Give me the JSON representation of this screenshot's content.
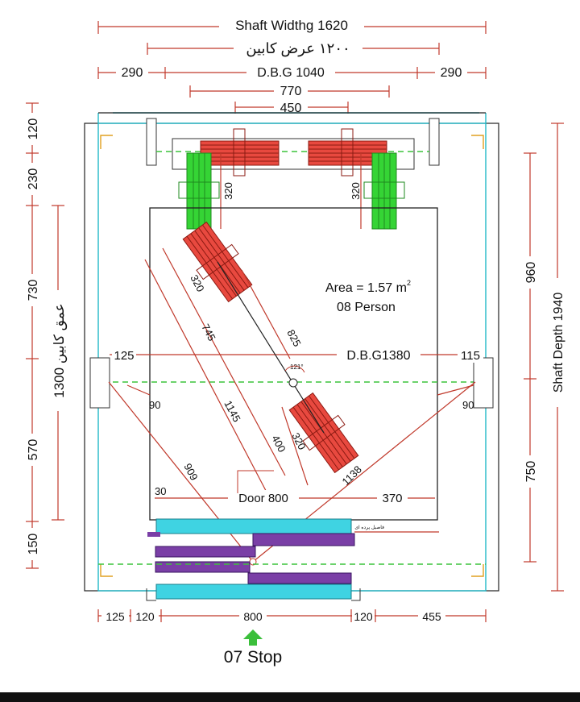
{
  "colors": {
    "dimension_line": "#c0392b",
    "rail_bracket": "#e8493f",
    "counterweight_rail": "#2ecc40",
    "door_panel": "#3fd3e2",
    "landing_door": "#7a3fa6",
    "arrow": "#3bbf3b",
    "wall": "#222222"
  },
  "labels": {
    "shaft_width": "Shaft Widthg 1620",
    "cabin_width": "۱۲۰۰ عرض کابین",
    "dbg_top": "D.B.G 1040",
    "dim_770": "770",
    "dim_450": "450",
    "dim_290_left": "290",
    "dim_290_right": "290",
    "left_120": "120",
    "left_230": "230",
    "left_730": "730",
    "left_570": "570",
    "left_150": "150",
    "cabin_depth": "1300 عمق کابین",
    "right_960": "960",
    "right_750": "750",
    "shaft_depth": "Shaft Depth 1940",
    "area": "Area = 1.57 m",
    "area_sup": "2",
    "persons": "08 Person",
    "dbg_mid": "D.B.G1380",
    "dim_125_mid": "125",
    "dim_115_mid": "115",
    "dim_90_left": "90",
    "dim_90_right": "90",
    "green_320_left": "320",
    "green_320_right": "320",
    "diag_320_top": "320",
    "diag_745": "745",
    "diag_825": "825",
    "diag_1145": "1145",
    "diag_400": "400",
    "diag_320_bottom": "320",
    "diag_909": "909",
    "diag_1138": "1138",
    "angle_121": "121°",
    "dim_30": "30",
    "door_label": "Door 800",
    "dim_370": "370",
    "small_note": "فاصیل پرده ای",
    "bottom_125": "125",
    "bottom_120_left": "120",
    "bottom_800": "800",
    "bottom_120_right": "120",
    "bottom_455": "455",
    "stops": "07 Stop"
  }
}
